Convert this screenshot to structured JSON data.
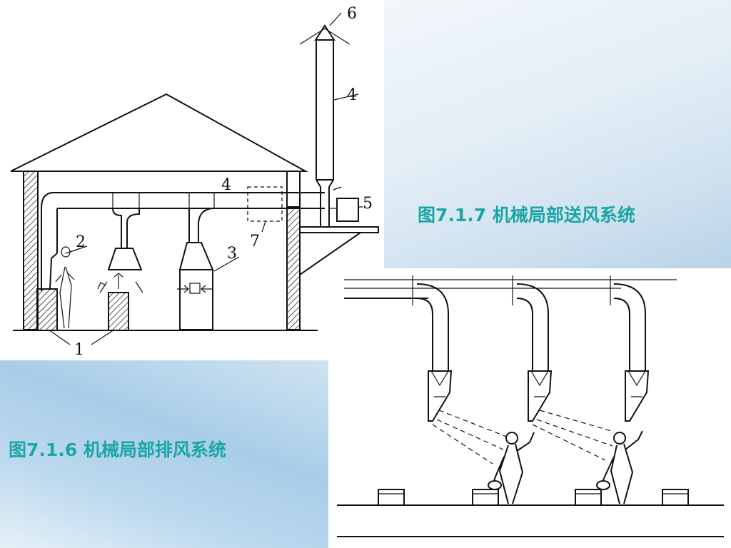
{
  "captions": {
    "local_supply": "图7.1.7  机械局部送风系统",
    "local_exhaust": "图7.1.6  机械局部排风系统"
  },
  "exhaust_labels": {
    "l1": "1",
    "l2": "2",
    "l3": "3",
    "l4a": "4",
    "l4b": "4",
    "l5": "5",
    "l6": "6",
    "l7": "7"
  },
  "colors": {
    "caption": "#1aa6a6",
    "line": "#111111"
  }
}
